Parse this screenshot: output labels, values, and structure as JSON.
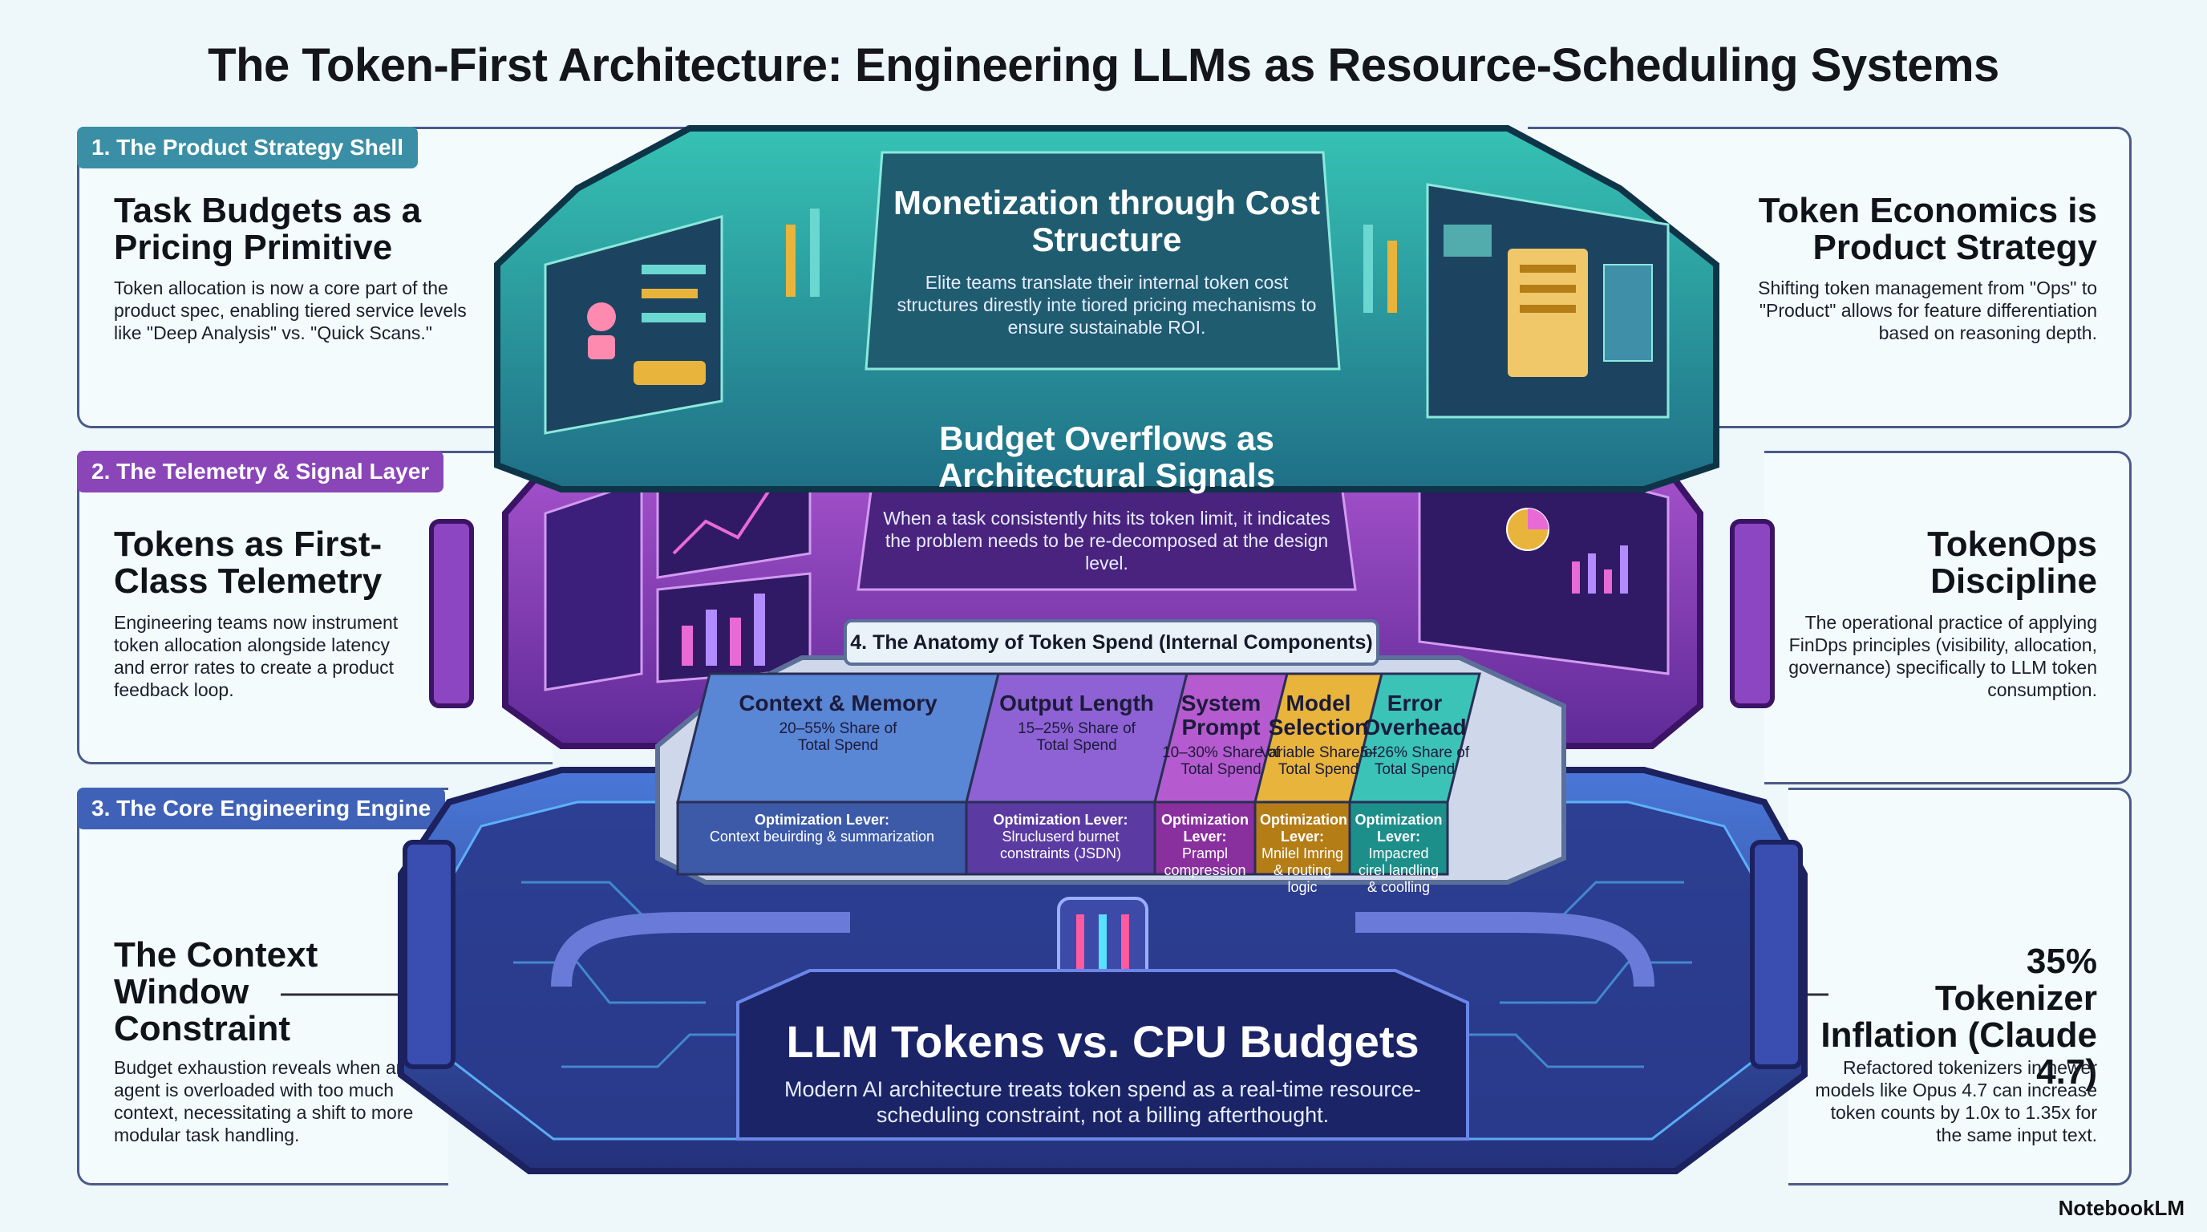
{
  "title": "The Token-First Architecture: Engineering LLMs as Resource-Scheduling Systems",
  "left": [
    {
      "tag": "1. The Product Strategy Shell",
      "heading": "Task Budgets as a Pricing Primitive",
      "body": "Token allocation is now a core part of the product spec, enabling tiered service levels like \"Deep Analysis\" vs. \"Quick Scans.\""
    },
    {
      "tag": "2. The Telemetry & Signal Layer",
      "heading": "Tokens as First-Class Telemetry",
      "body": "Engineering teams now instrument token allocation alongside latency and error rates to create a product feedback loop."
    },
    {
      "tag": "3. The Core Engineering Engine",
      "heading": "The Context Window Constraint",
      "body": "Budget exhaustion reveals when an agent is overloaded with too much context, necessitating a shift to more modular task handling."
    }
  ],
  "right": [
    {
      "heading": "Token Economics is Product Strategy",
      "body": "Shifting token management from \"Ops\" to \"Product\" allows for feature differentiation based on reasoning depth."
    },
    {
      "heading": "TokenOps Discipline",
      "body": "The operational practice of applying FinDps principles (visibility, allocation, governance) specifically to LLM token consumption."
    },
    {
      "stat": "35%",
      "heading": "Tokenizer Inflation (Claude 4.7)",
      "body": "Refactored tokenizers in newer models like Opus 4.7 can increase token counts by 1.0x to 1.35x for the same input text."
    }
  ],
  "panels": {
    "top": {
      "heading": "Monetization through Cost Structure",
      "body": "Elite teams translate their internal token cost structures direstly inte tiored pricing mechanisms to ensure sustainable ROI."
    },
    "middle": {
      "heading": "Budget Overflows as Architectural Signals",
      "body": "When a task consistently hits its token limit, it indicates the problem needs to be re-decomposed at the design level."
    },
    "bottom": {
      "heading": "LLM Tokens vs. CPU Budgets",
      "body": "Modern AI architecture treats token spend as a real-time resource-scheduling constraint, not a billing afterthought."
    }
  },
  "anatomy": {
    "label": "4. The Anatomy of Token Spend (Internal Components)",
    "lever_prefix": "Optimization Lever:",
    "segments": [
      {
        "name": "Context & Memory",
        "share": "20–55% Share of Total Spend",
        "lever": "Context beuirding & summarization",
        "color": "#5a86d6",
        "dark": "#3c5aa8"
      },
      {
        "name": "Output Length",
        "share": "15–25% Share of Total Spend",
        "lever": "Slrucluserd burnet constraints (JSDN)",
        "color": "#8e62d4",
        "dark": "#5b3aa2"
      },
      {
        "name": "System Prompt",
        "share": "10–30% Share of Total Spend",
        "lever": "Prampl compression",
        "color": "#b65bcf",
        "dark": "#8a2f9e"
      },
      {
        "name": "Model Selection",
        "share": "Variable Share of Total Spend",
        "lever": "Mnilel Imring & routing logic",
        "color": "#e8b43c",
        "dark": "#b57d16"
      },
      {
        "name": "Error Overhead",
        "share": "5–26% Share of Total Spend",
        "lever": "Impacred cirel landling & coolling",
        "color": "#3cc3b8",
        "dark": "#1d8f8a"
      }
    ]
  },
  "colors": {
    "tag1": "#3a8fa6",
    "tag2": "#8a45b8",
    "tag3": "#3f62b8"
  },
  "watermark": "NotebookLM"
}
